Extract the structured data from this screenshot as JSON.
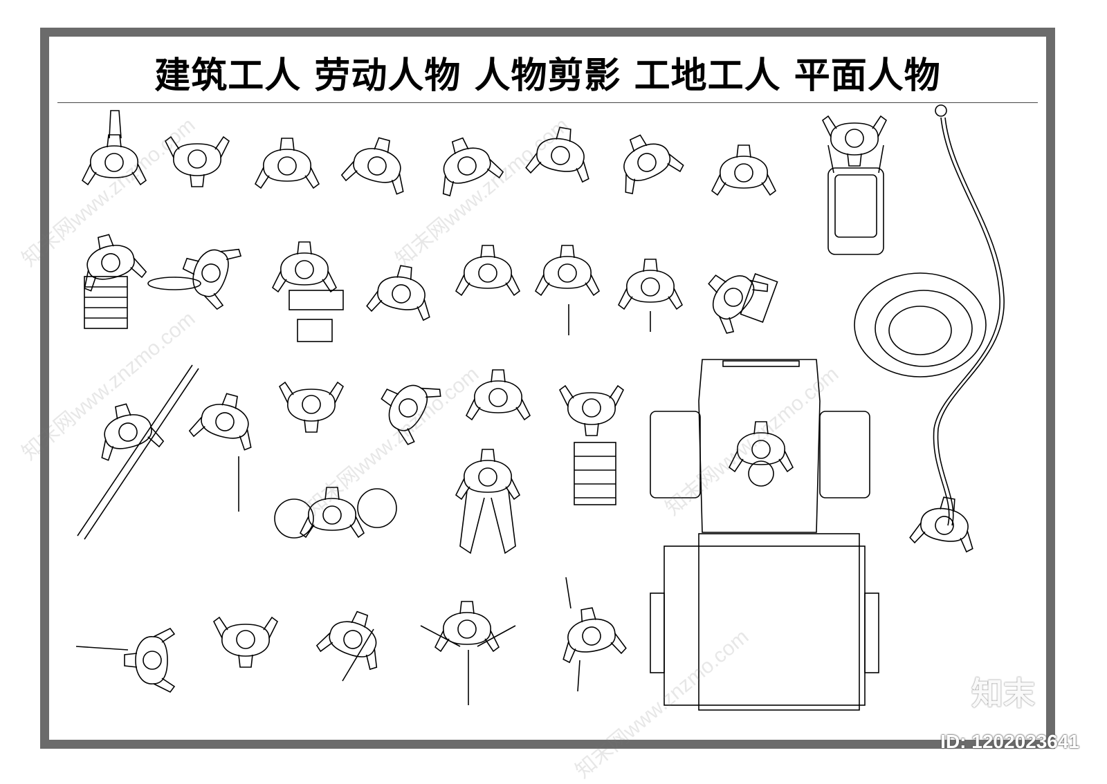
{
  "title": "建筑工人  劳动人物  人物剪影  工地工人  平面人物",
  "watermark": "知末网www.znzmo.com",
  "logo": "知末",
  "id_label": "ID: 1202023641",
  "colors": {
    "frame": "#6b6b6b",
    "line": "#000000",
    "watermark": "#bdbdbd"
  },
  "icons": [
    "worker-plan-icon",
    "ladder-icon",
    "stop-sign-icon",
    "keyboard-icon",
    "jackhammer-icon",
    "wheelbarrow-icon",
    "hose-icon",
    "roller-machine-icon",
    "drill-icon"
  ]
}
